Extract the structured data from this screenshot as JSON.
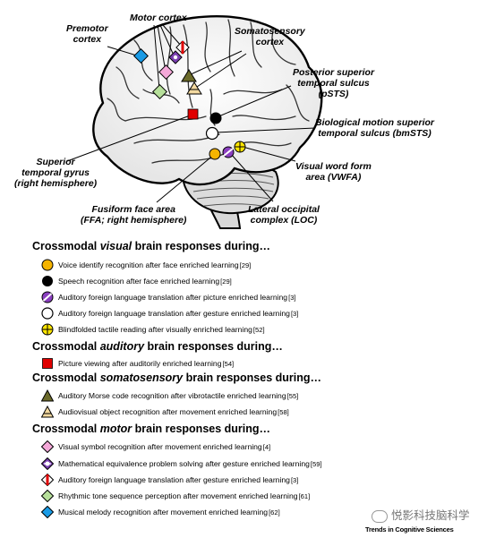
{
  "labels": {
    "premotor": "Premotor\ncortex",
    "motor": "Motor cortex",
    "somatosensory": "Somatosensory\ncortex",
    "psts": "Posterior superior\ntemporal sulcus\n(pSTS)",
    "bmsts": "Biological motion superior\ntemporal sulcus (bmSTS)",
    "vwfa": "Visual word form\narea (VWFA)",
    "loc": "Lateral occipital\ncomplex (LOC)",
    "ffa": "Fusiform face area\n(FFA; right hemisphere)",
    "stg": "Superior\ntemporal gyrus\n(right hemisphere)"
  },
  "sections": {
    "visual": {
      "pre": "Crossmodal ",
      "em": "visual",
      "post": " brain responses during…"
    },
    "auditory": {
      "pre": "Crossmodal ",
      "em": "auditory",
      "post": " brain responses during…"
    },
    "somatosensory": {
      "pre": "Crossmodal ",
      "em": "somatosensory",
      "post": " brain responses during…"
    },
    "motor": {
      "pre": "Crossmodal ",
      "em": "motor",
      "post": " brain responses during…"
    }
  },
  "items": [
    {
      "text": "Voice identify recognition after face enriched learning",
      "ref": "[29]",
      "marker": "circle",
      "color": "#f5b400"
    },
    {
      "text": "Speech recognition after face enriched learning",
      "ref": "[29]",
      "marker": "circle",
      "color": "#000000"
    },
    {
      "text": "Auditory foreign language translation after picture enriched learning",
      "ref": "[3]",
      "marker": "circle-stripe",
      "color": "#8a3fbf"
    },
    {
      "text": "Auditory foreign language translation after gesture enriched learning",
      "ref": "[3]",
      "marker": "circle",
      "color": "#ffffff"
    },
    {
      "text": "Blindfolded tactile reading after visually enriched learning",
      "ref": "[52]",
      "marker": "circle-cross",
      "color": "#ffe600"
    },
    {
      "text": "Picture viewing after auditorily enriched learning",
      "ref": "[54]",
      "marker": "square",
      "color": "#e00000"
    },
    {
      "text": "Auditory Morse code recognition after vibrotactile enriched learning",
      "ref": "[55]",
      "marker": "triangle",
      "color": "#6b6a2a"
    },
    {
      "text": "Audiovisual object recognition after movement enriched learning",
      "ref": "[58]",
      "marker": "triangle-line",
      "color": "#f3d9a0"
    },
    {
      "text": "Visual symbol recognition after movement enriched learning",
      "ref": "[4]",
      "marker": "diamond",
      "color": "#f4a8d8"
    },
    {
      "text": "Mathematical equivalence problem solving after gesture enriched learning",
      "ref": "[59]",
      "marker": "diamond-dots",
      "color": "#7a3fb0"
    },
    {
      "text": "Auditory foreign language translation after gesture enriched learning",
      "ref": "[3]",
      "marker": "diamond-stripe",
      "color": "#e00000"
    },
    {
      "text": "Rhythmic tone sequence perception after movement enriched learning",
      "ref": "[61]",
      "marker": "diamond",
      "color": "#b6df9a"
    },
    {
      "text": "Musical melody recognition after movement enriched learning",
      "ref": "[62]",
      "marker": "diamond",
      "color": "#1a9be6"
    }
  ],
  "watermark": "悦影科技脑科学",
  "footer": "Trends in Cognitive Sciences"
}
